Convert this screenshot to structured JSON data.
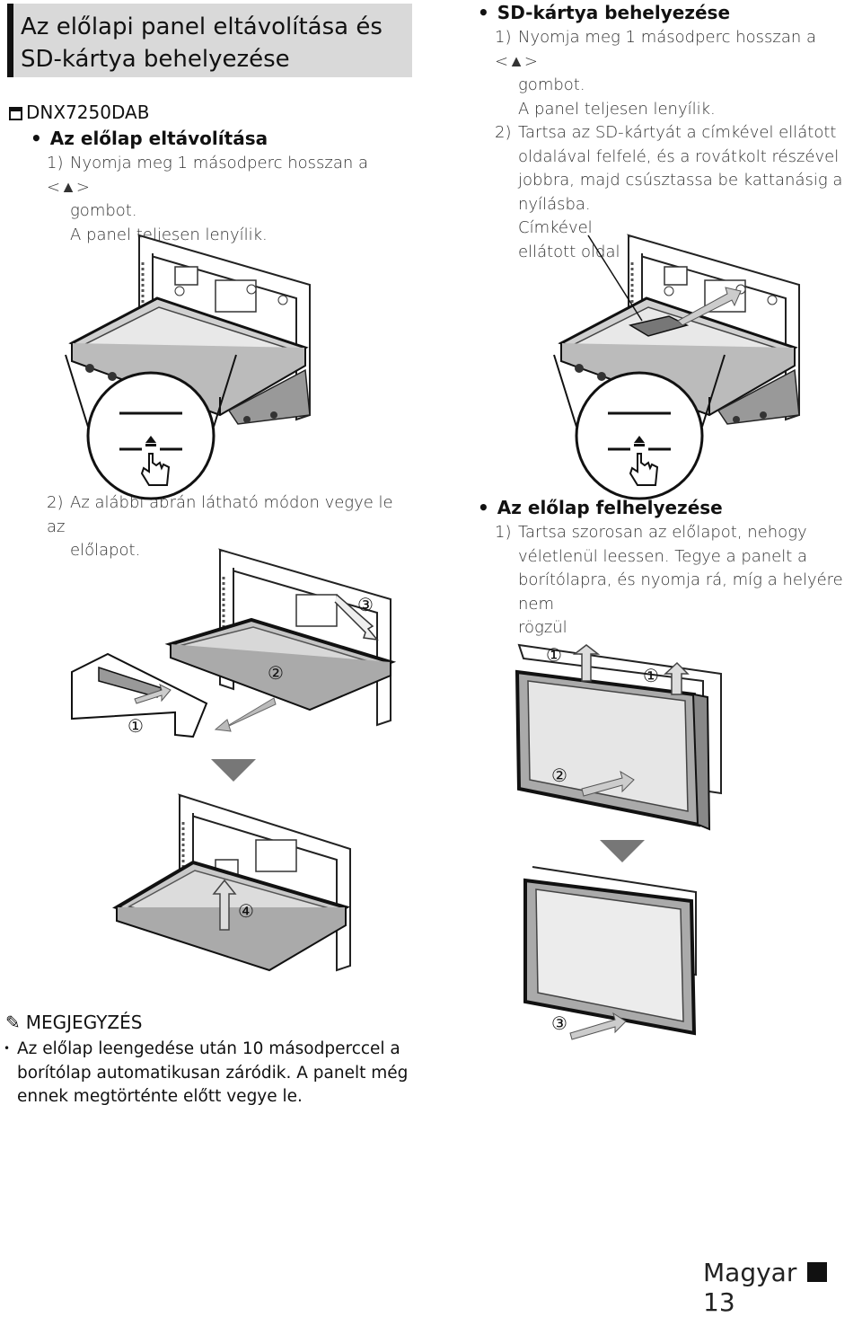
{
  "header": {
    "title_line1": "Az előlapi panel eltávolítása és",
    "title_line2": "SD-kártya behelyezése"
  },
  "model": "DNX7250DAB",
  "left_section": {
    "heading": "Az előlap eltávolítása",
    "step1_num": "1)",
    "step1_line1": "Nyomja meg 1 másodperc hosszan a <▲>",
    "step1_line2": "gombot.",
    "step1_line3": "A panel teljesen lenyílik.",
    "step2_num": "2)",
    "step2_line1": "Az alábbi ábrán látható módon vegye le az",
    "step2_line2": "előlapot."
  },
  "right_sd_section": {
    "heading": "SD-kártya behelyezése",
    "step1_num": "1)",
    "step1_line1": "Nyomja meg 1 másodperc hosszan a <▲>",
    "step1_line2": "gombot.",
    "step1_line3": "A panel teljesen lenyílik.",
    "step2_num": "2)",
    "step2_line1": "Tartsa az SD-kártyát a címkével ellátott",
    "step2_line2": "oldalával felfelé, és a rovátkolt részével",
    "step2_line3": "jobbra, majd csúsztassa be kattanásig a",
    "step2_line4": "nyílásba.",
    "callout_line1": "Címkével",
    "callout_line2": "ellátott oldal"
  },
  "right_attach_section": {
    "heading": "Az előlap felhelyezése",
    "step1_num": "1)",
    "step1_line1": "Tartsa szorosan az előlapot, nehogy",
    "step1_line2": "véletlenül leessen. Tegye a panelt a",
    "step1_line3": "borítólapra, és nyomja rá, míg a helyére nem",
    "step1_line4": "rögzül"
  },
  "figure_labels": {
    "c1": "①",
    "c2": "②",
    "c3": "③",
    "c4": "④"
  },
  "note": {
    "heading": "MEGJEGYZÉS",
    "line1": "Az előlap leengedése után 10 másodperccel a",
    "line2": "borítólap automatikusan záródik. A panelt még",
    "line3": "ennek megtörténte előtt vegye le."
  },
  "footer": {
    "language": "Magyar",
    "page": "13"
  },
  "colors": {
    "title_bg": "#d9d9d9",
    "screen_gray": "#c8c8c8",
    "arrow_gray": "#888888"
  }
}
